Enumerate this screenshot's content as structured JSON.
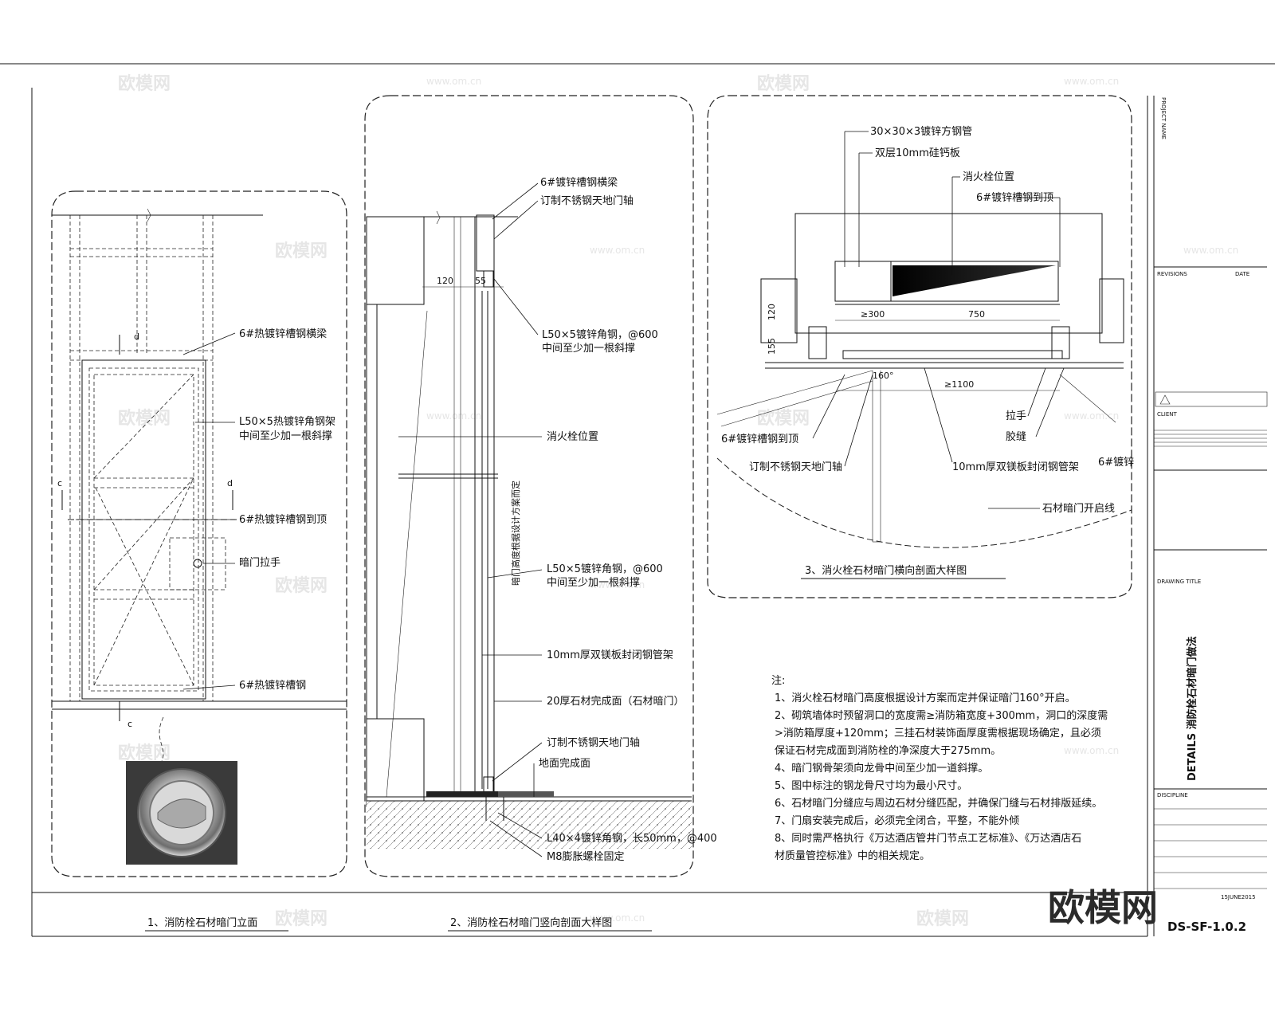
{
  "drawing": {
    "elevation": {
      "labels": {
        "beam": "6#热镀锌槽钢横梁",
        "angle_frame_1": "L50×5热镀锌角钢架",
        "angle_frame_2": "中间至少加一根斜撑",
        "channel_top": "6#热镀锌槽钢到顶",
        "handle": "暗门拉手",
        "channel": "6#热镀锌槽钢",
        "sec_d": "d",
        "sec_c": "c"
      },
      "title": "1、消防栓石材暗门立面"
    },
    "vertical_section": {
      "labels": {
        "beam": "6#镀锌槽钢横梁",
        "hinge_top": "订制不锈钢天地门轴",
        "dim_120": "120",
        "dim_55": "55",
        "angle_1a": "L50×5镀锌角钢，@600",
        "angle_1b": "中间至少加一根斜撑",
        "hydrant": "消火栓位置",
        "vertical_note": "暗门高度根据设计方案而定",
        "angle_2a": "L50×5镀锌角钢，@600",
        "angle_2b": "中间至少加一根斜撑",
        "mg_board": "10mm厚双镁板封闭钢管架",
        "stone": "20厚石材完成面（石材暗门）",
        "hinge_bottom": "订制不锈钢天地门轴",
        "floor": "地面完成面",
        "floor_angle": "L40×4镀锌角钢，长50mm，@400",
        "bolt": "M8膨胀螺栓固定"
      },
      "title": "2、消防栓石材暗门竖向剖面大样图"
    },
    "horizontal_section": {
      "labels": {
        "tube": "30×30×3镀锌方钢管",
        "board": "双层10mm硅钙板",
        "hydrant": "消火栓位置",
        "channel_top": "6#镀锌槽钢到顶",
        "dim_300": "≥300",
        "dim_750": "750",
        "dim_120": "120",
        "dim_155": "155",
        "dim_160": "160°",
        "dim_1100": "≥1100",
        "handle": "拉手",
        "sealant": "胶缝",
        "channel_top2": "6#镀锌槽钢到顶",
        "hinge": "订制不锈钢天地门轴",
        "mg_frame": "10mm厚双镁板封闭钢管架",
        "door_arc": "石材暗门开启线",
        "channel_right": "6#镀锌"
      },
      "title": "3、消火栓石材暗门横向剖面大样图"
    },
    "notes": {
      "heading": "注:",
      "lines": [
        "1、消火栓石材暗门高度根据设计方案而定并保证暗门160°开启。",
        "2、砌筑墙体时预留洞口的宽度需≥消防箱宽度+300mm，洞口的深度需",
        ">消防箱厚度+120mm；三挂石材装饰面厚度需根据现场确定，且必须",
        "保证石材完成面到消防栓的净深度大于275mm。",
        "4、暗门钢骨架须向龙骨中间至少加一道斜撑。",
        "5、图中标注的钢龙骨尺寸均为最小尺寸。",
        "6、石材暗门分缝应与周边石材分缝匹配，并确保门缝与石材排版延续。",
        "7、门扇安装完成后，必须完全闭合，平整，不能外倾",
        "8、同时需严格执行《万达酒店管井门节点工艺标准》、《万达酒店石",
        "材质量管控标准》中的相关规定。"
      ]
    }
  },
  "titleblock": {
    "project_name": "PROJECT NAME",
    "revisions": "REVISIONS",
    "date": "DATE",
    "client": "CLIENT",
    "drawing_title_label": "DRAWING TITLE",
    "drawing_title": "DETAILS 消防栓石材暗门做法",
    "discipline": "DISCIPLINE",
    "sheet_no": "DS-SF-1.0.2",
    "date_value": "15JUNE2015"
  },
  "watermark": {
    "logo": "欧模网",
    "url": "www.om.cn"
  }
}
